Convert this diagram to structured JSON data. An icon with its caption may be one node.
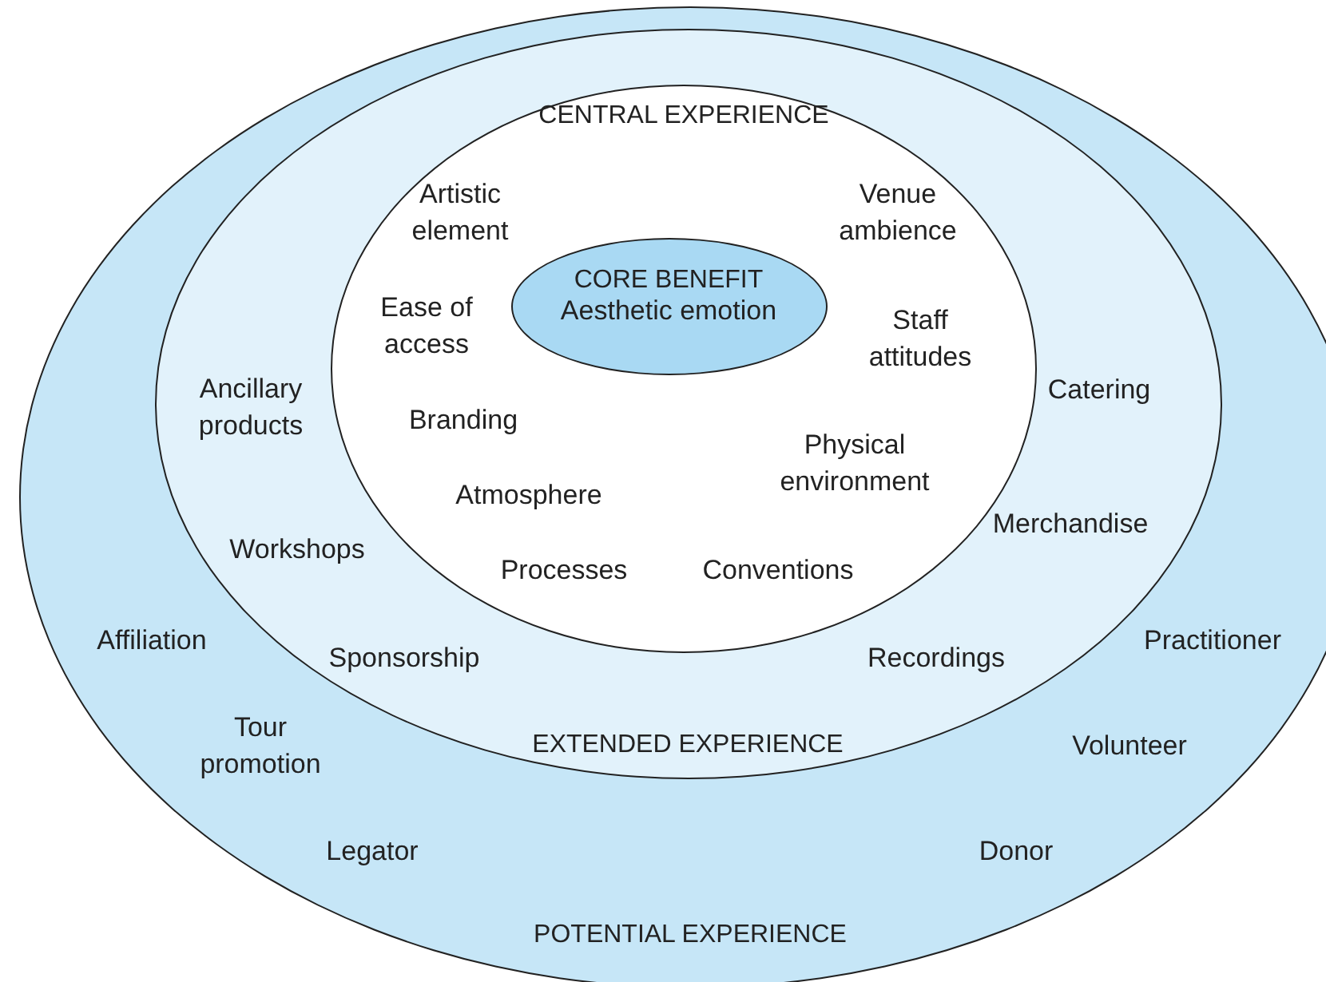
{
  "diagram": {
    "nodes": [
      {
        "text": [
          "POTENTIAL EXPERIENCE"
        ]
      },
      {
        "text": [
          "EXTENDED EXPERIENCE"
        ],
        "in": 0
      },
      {
        "text": [
          "CENTRAL EXPERIENCE"
        ],
        "in": 1
      },
      {
        "text": [
          "CORE BENEFIT",
          "Aesthetic emotion"
        ],
        "in": 2
      }
    ],
    "labels": [
      "Artistic element",
      "Venue ambience",
      "Ease of access",
      "Staff attitudes",
      "Ancillary products",
      "Catering",
      "Branding",
      "Physical environment",
      "Atmosphere",
      "Merchandise",
      "Workshops",
      "Processes",
      "Conventions",
      "Affiliation",
      "Practitioner",
      "Sponsorship",
      "Recordings",
      "Tour promotion",
      "Volunteer",
      "Legator",
      "Donor"
    ]
  }
}
